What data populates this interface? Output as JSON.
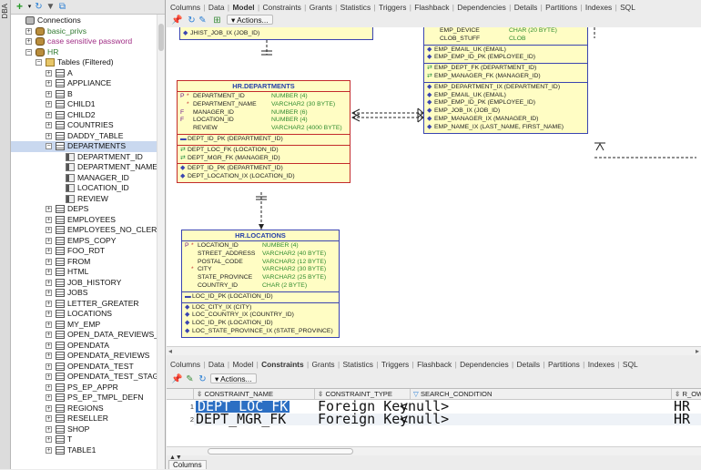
{
  "side_strip": "DBA",
  "tree": [
    {
      "d": 0,
      "exp": "",
      "icon": "conn",
      "label": "Connections",
      "style": "",
      "name": "connections"
    },
    {
      "d": 1,
      "exp": "+",
      "icon": "db",
      "label": "basic_privs",
      "style": "green",
      "name": "basic-privs"
    },
    {
      "d": 1,
      "exp": "+",
      "icon": "db",
      "label": "case sensitive password",
      "style": "pink",
      "name": "case-sensitive-password"
    },
    {
      "d": 1,
      "exp": "-",
      "icon": "db",
      "label": "HR",
      "style": "green",
      "name": "hr"
    },
    {
      "d": 2,
      "exp": "-",
      "icon": "folder",
      "label": "Tables (Filtered)",
      "style": "",
      "name": "tables-filtered"
    },
    {
      "d": 3,
      "exp": "+",
      "icon": "table",
      "label": "A",
      "style": "",
      "name": "a"
    },
    {
      "d": 3,
      "exp": "+",
      "icon": "table",
      "label": "APPLIANCE",
      "style": "",
      "name": "appliance"
    },
    {
      "d": 3,
      "exp": "+",
      "icon": "table",
      "label": "B",
      "style": "",
      "name": "b"
    },
    {
      "d": 3,
      "exp": "+",
      "icon": "table",
      "label": "CHILD1",
      "style": "",
      "name": "child1"
    },
    {
      "d": 3,
      "exp": "+",
      "icon": "table",
      "label": "CHILD2",
      "style": "",
      "name": "child2"
    },
    {
      "d": 3,
      "exp": "+",
      "icon": "table",
      "label": "COUNTRIES",
      "style": "",
      "name": "countries"
    },
    {
      "d": 3,
      "exp": "+",
      "icon": "table",
      "label": "DADDY_TABLE",
      "style": "",
      "name": "daddy-table"
    },
    {
      "d": 3,
      "exp": "-",
      "icon": "table",
      "label": "DEPARTMENTS",
      "style": "",
      "name": "departments",
      "sel": true
    },
    {
      "d": 4,
      "exp": "",
      "icon": "col",
      "label": "DEPARTMENT_ID",
      "style": "",
      "name": "department-id"
    },
    {
      "d": 4,
      "exp": "",
      "icon": "col",
      "label": "DEPARTMENT_NAME",
      "style": "",
      "name": "department-name"
    },
    {
      "d": 4,
      "exp": "",
      "icon": "col",
      "label": "MANAGER_ID",
      "style": "",
      "name": "manager-id"
    },
    {
      "d": 4,
      "exp": "",
      "icon": "col",
      "label": "LOCATION_ID",
      "style": "",
      "name": "location-id"
    },
    {
      "d": 4,
      "exp": "",
      "icon": "col",
      "label": "REVIEW",
      "style": "",
      "name": "review"
    },
    {
      "d": 3,
      "exp": "+",
      "icon": "table",
      "label": "DEPS",
      "style": "",
      "name": "deps"
    },
    {
      "d": 3,
      "exp": "+",
      "icon": "table",
      "label": "EMPLOYEES",
      "style": "",
      "name": "employees"
    },
    {
      "d": 3,
      "exp": "+",
      "icon": "table",
      "label": "EMPLOYEES_NO_CLERKS",
      "style": "",
      "name": "employees-no-clerks"
    },
    {
      "d": 3,
      "exp": "+",
      "icon": "table",
      "label": "EMPS_COPY",
      "style": "",
      "name": "emps-copy"
    },
    {
      "d": 3,
      "exp": "+",
      "icon": "table",
      "label": "FOO_RDT",
      "style": "",
      "name": "foo-rdt"
    },
    {
      "d": 3,
      "exp": "+",
      "icon": "table",
      "label": "FROM",
      "style": "",
      "name": "from"
    },
    {
      "d": 3,
      "exp": "+",
      "icon": "table",
      "label": "HTML",
      "style": "",
      "name": "html"
    },
    {
      "d": 3,
      "exp": "+",
      "icon": "table",
      "label": "JOB_HISTORY",
      "style": "",
      "name": "job-history"
    },
    {
      "d": 3,
      "exp": "+",
      "icon": "table",
      "label": "JOBS",
      "style": "",
      "name": "jobs"
    },
    {
      "d": 3,
      "exp": "+",
      "icon": "table",
      "label": "LETTER_GREATER",
      "style": "",
      "name": "letter-greater"
    },
    {
      "d": 3,
      "exp": "+",
      "icon": "table",
      "label": "LOCATIONS",
      "style": "",
      "name": "locations"
    },
    {
      "d": 3,
      "exp": "+",
      "icon": "table",
      "label": "MY_EMP",
      "style": "",
      "name": "my-emp"
    },
    {
      "d": 3,
      "exp": "+",
      "icon": "table",
      "label": "OPEN_DATA_REVIEWS_NE",
      "style": "",
      "name": "open-data-reviews-ne"
    },
    {
      "d": 3,
      "exp": "+",
      "icon": "table",
      "label": "OPENDATA",
      "style": "",
      "name": "opendata"
    },
    {
      "d": 3,
      "exp": "+",
      "icon": "table",
      "label": "OPENDATA_REVIEWS",
      "style": "",
      "name": "opendata-reviews"
    },
    {
      "d": 3,
      "exp": "+",
      "icon": "table",
      "label": "OPENDATA_TEST",
      "style": "",
      "name": "opendata-test"
    },
    {
      "d": 3,
      "exp": "+",
      "icon": "table",
      "label": "OPENDATA_TEST_STAGE",
      "style": "",
      "name": "opendata-test-stage"
    },
    {
      "d": 3,
      "exp": "+",
      "icon": "table",
      "label": "PS_EP_APPR",
      "style": "",
      "name": "ps-ep-appr"
    },
    {
      "d": 3,
      "exp": "+",
      "icon": "table",
      "label": "PS_EP_TMPL_DEFN",
      "style": "",
      "name": "ps-ep-tmpl-defn"
    },
    {
      "d": 3,
      "exp": "+",
      "icon": "table",
      "label": "REGIONS",
      "style": "",
      "name": "regions"
    },
    {
      "d": 3,
      "exp": "+",
      "icon": "table",
      "label": "RESELLER",
      "style": "",
      "name": "reseller"
    },
    {
      "d": 3,
      "exp": "+",
      "icon": "table",
      "label": "SHOP",
      "style": "",
      "name": "shop"
    },
    {
      "d": 3,
      "exp": "+",
      "icon": "table",
      "label": "T",
      "style": "",
      "name": "t"
    },
    {
      "d": 3,
      "exp": "+",
      "icon": "table",
      "label": "TABLE1",
      "style": "",
      "name": "table1"
    }
  ],
  "top_tabs": [
    "Columns",
    "Data",
    "Model",
    "Constraints",
    "Grants",
    "Statistics",
    "Triggers",
    "Flashback",
    "Dependencies",
    "Details",
    "Partitions",
    "Indexes",
    "SQL"
  ],
  "top_active_tab": "Model",
  "actions_label": "Actions...",
  "diagram": {
    "jobs_partial_index": "JHIST_JOB_IX (JOB_ID)",
    "departments": {
      "title": "HR.DEPARTMENTS",
      "columns": [
        {
          "k": "P",
          "s": "*",
          "n": "DEPARTMENT_ID",
          "t": "NUMBER (4)"
        },
        {
          "k": "",
          "s": "*",
          "n": "DEPARTMENT_NAME",
          "t": "VARCHAR2 (30 BYTE)"
        },
        {
          "k": "F",
          "s": "",
          "n": "MANAGER_ID",
          "t": "NUMBER (6)"
        },
        {
          "k": "F",
          "s": "",
          "n": "LOCATION_ID",
          "t": "NUMBER (4)"
        },
        {
          "k": "",
          "s": "",
          "n": "REVIEW",
          "t": "VARCHAR2 (4000 BYTE)"
        }
      ],
      "pk": [
        "DEPT_ID_PK (DEPARTMENT_ID)"
      ],
      "fk": [
        "DEPT_LOC_FK (LOCATION_ID)",
        "DEPT_MGR_FK (MANAGER_ID)"
      ],
      "idx": [
        "DEPT_ID_PK (DEPARTMENT_ID)",
        "DEPT_LOCATION_IX (LOCATION_ID)"
      ]
    },
    "locations": {
      "title": "HR.LOCATIONS",
      "columns": [
        {
          "k": "P",
          "s": "*",
          "n": "LOCATION_ID",
          "t": "NUMBER (4)"
        },
        {
          "k": "",
          "s": "",
          "n": "STREET_ADDRESS",
          "t": "VARCHAR2 (40 BYTE)"
        },
        {
          "k": "",
          "s": "",
          "n": "POSTAL_CODE",
          "t": "VARCHAR2 (12 BYTE)"
        },
        {
          "k": "",
          "s": "*",
          "n": "CITY",
          "t": "VARCHAR2 (30 BYTE)"
        },
        {
          "k": "",
          "s": "",
          "n": "STATE_PROVINCE",
          "t": "VARCHAR2 (25 BYTE)"
        },
        {
          "k": "",
          "s": "",
          "n": "COUNTRY_ID",
          "t": "CHAR (2 BYTE)"
        }
      ],
      "pk": [
        "LOC_ID_PK (LOCATION_ID)"
      ],
      "idx": [
        "LOC_CITY_IX (CITY)",
        "LOC_COUNTRY_IX (COUNTRY_ID)",
        "LOC_ID_PK (LOCATION_ID)",
        "LOC_STATE_PROVINCE_IX (STATE_PROVINCE)"
      ]
    },
    "employees": {
      "columns": [
        {
          "k": "",
          "s": "",
          "n": "EMP_DEVICE",
          "t": "CHAR (20 BYTE)"
        },
        {
          "k": "",
          "s": "",
          "n": "CLOB_STUFF",
          "t": "CLOB"
        }
      ],
      "uk": [
        "EMP_EMAIL_UK (EMAIL)",
        "EMP_EMP_ID_PK (EMPLOYEE_ID)"
      ],
      "fk": [
        "EMP_DEPT_FK (DEPARTMENT_ID)",
        "EMP_MANAGER_FK (MANAGER_ID)"
      ],
      "idx": [
        "EMP_DEPARTMENT_IX (DEPARTMENT_ID)",
        "EMP_EMAIL_UK (EMAIL)",
        "EMP_EMP_ID_PK (EMPLOYEE_ID)",
        "EMP_JOB_IX (JOB_ID)",
        "EMP_MANAGER_IX (MANAGER_ID)",
        "EMP_NAME_IX (LAST_NAME, FIRST_NAME)"
      ]
    }
  },
  "bottom_tabs": [
    "Columns",
    "Data",
    "Model",
    "Constraints",
    "Grants",
    "Statistics",
    "Triggers",
    "Flashback",
    "Dependencies",
    "Details",
    "Partitions",
    "Indexes",
    "SQL"
  ],
  "bottom_active_tab": "Constraints",
  "grid": {
    "headers": [
      "CONSTRAINT_NAME",
      "CONSTRAINT_TYPE",
      "SEARCH_CONDITION",
      "R_OW"
    ],
    "rows": [
      {
        "num": "1",
        "name": "DEPT_LOC_FK",
        "type": "Foreign Key",
        "cond": "<null>",
        "rown": "HR"
      },
      {
        "num": "2",
        "name": "DEPT_MGR_FK",
        "type": "Foreign Key",
        "cond": "<null>",
        "rown": "HR"
      }
    ]
  },
  "bottom_tab_label": "Columns"
}
